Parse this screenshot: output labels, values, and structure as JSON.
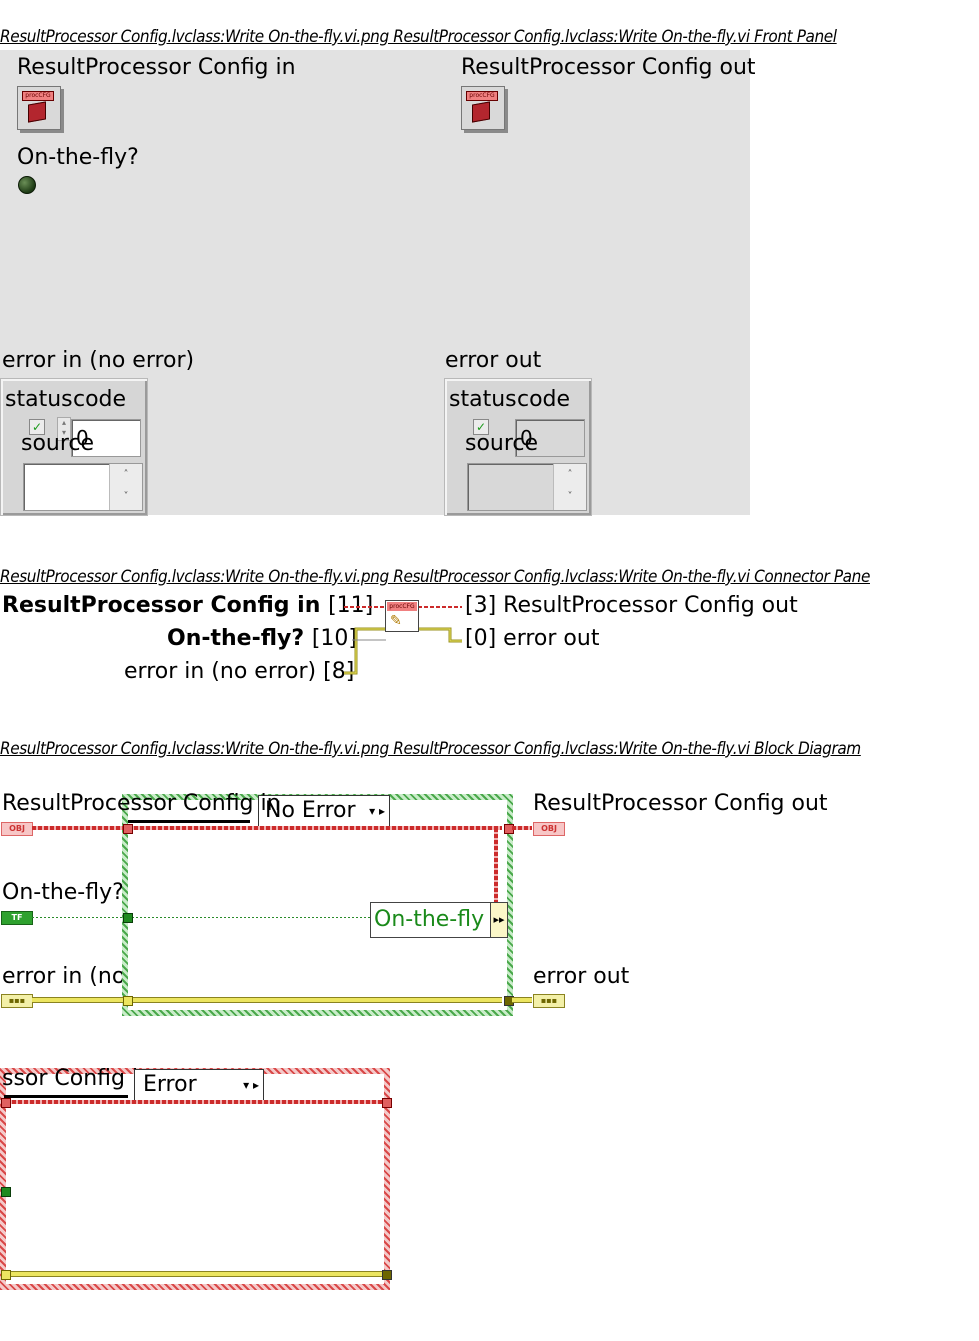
{
  "front_panel": {
    "caption": "ResultProcessor Config.lvclass:Write On-the-fly.vi.png  ResultProcessor Config.lvclass:Write On-the-fly.vi Front Panel",
    "controls": {
      "rp_config_in_label": "ResultProcessor Config in",
      "rp_config_out_label": "ResultProcessor Config out",
      "class_icon_text": "procCFG",
      "on_the_fly_label": "On-the-fly?",
      "error_in_label": "error in (no error)",
      "error_out_label": "error out",
      "status_label": "status",
      "code_label": "code",
      "source_label": "source",
      "code_in_value": "0",
      "code_out_value": "0",
      "status_check": "✓"
    }
  },
  "connector_pane": {
    "caption": "ResultProcessor Config.lvclass:Write On-the-fly.vi.png  ResultProcessor Config.lvclass:Write On-the-fly.vi Connector Pane",
    "icon_text": "procCFG",
    "inputs": [
      {
        "label": "ResultProcessor Config in",
        "index": "[11]"
      },
      {
        "label": "On-the-fly?",
        "index": "[10]"
      },
      {
        "label": "error in (no error)",
        "index": "[8]"
      }
    ],
    "outputs": [
      {
        "index": "[3]",
        "label": "ResultProcessor Config out"
      },
      {
        "index": "[0]",
        "label": "error out"
      }
    ]
  },
  "block_diagram": {
    "caption": "ResultProcessor Config.lvclass:Write On-the-fly.vi.png  ResultProcessor Config.lvclass:Write On-the-fly.vi Block Diagram",
    "labels": {
      "rp_config_in": "ResultProcessor Config in",
      "on_the_fly": "On-the-fly?",
      "error_in": "error in (no error)",
      "rp_config_out": "ResultProcessor Config out",
      "error_out": "error out"
    },
    "terminals": {
      "obj": "OBJ",
      "tf": "TF",
      "err": "▪▪▪"
    },
    "case_no_error": {
      "selector": "No Error",
      "unbundle_field": "On-the-fly"
    },
    "case_error": {
      "label_fragment": "ssor Config in",
      "selector": "Error"
    }
  }
}
